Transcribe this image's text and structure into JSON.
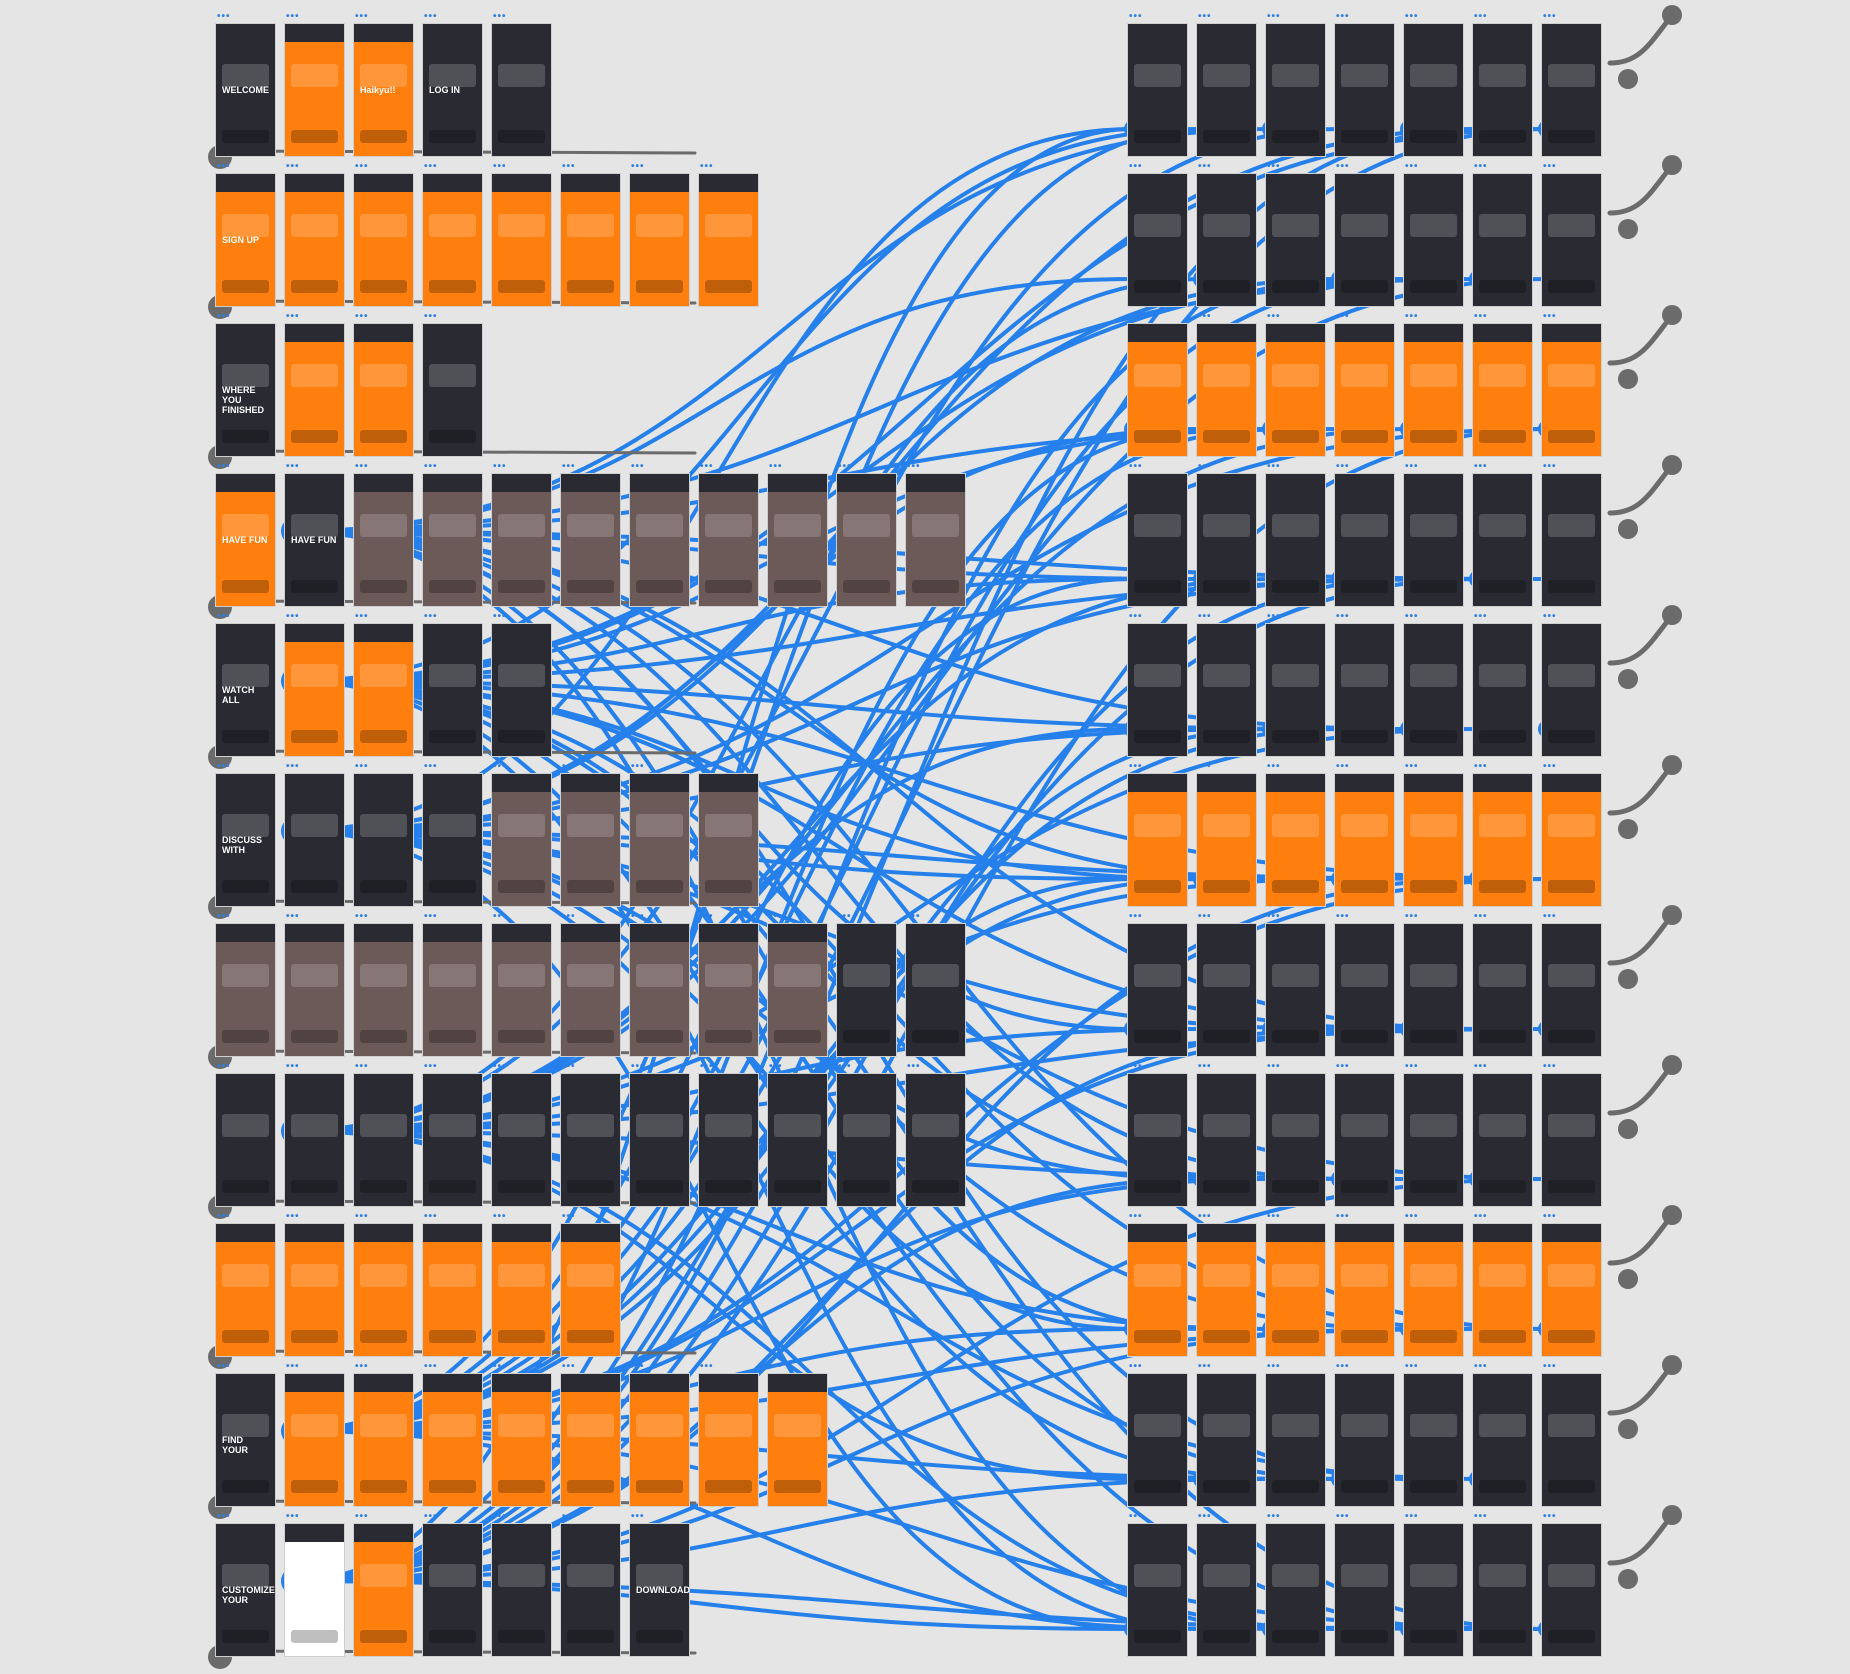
{
  "canvas": {
    "background": "#e5e5e5",
    "frame_colors": {
      "dark": "#2a2a33",
      "orange": "#ff7f0e",
      "white": "#ffffff",
      "photo": "#6c5a58"
    },
    "link_colors": {
      "navigation": "#2680eb",
      "overlay": "#6b6b6b"
    }
  },
  "screens": {
    "welcome": "WELCOME",
    "brand": "Haikyu!!",
    "login_title": "LOG IN",
    "signup_title": "SIGN UP",
    "where_title": "WHERE YOU FINISHED",
    "have_fun_a": "HAVE FUN",
    "have_fun_b": "HAVE FUN",
    "watch_all": "WATCH ALL",
    "discuss": "DISCUSS WITH",
    "find_your": "FIND YOUR",
    "customize": "CUSTOMIZE YOUR",
    "downloaded": "DOWNLOADED!"
  },
  "icons": {
    "frame_menu": "more-dots-icon",
    "link_start": "link-handle-icon",
    "link_end": "link-arrow-icon"
  }
}
